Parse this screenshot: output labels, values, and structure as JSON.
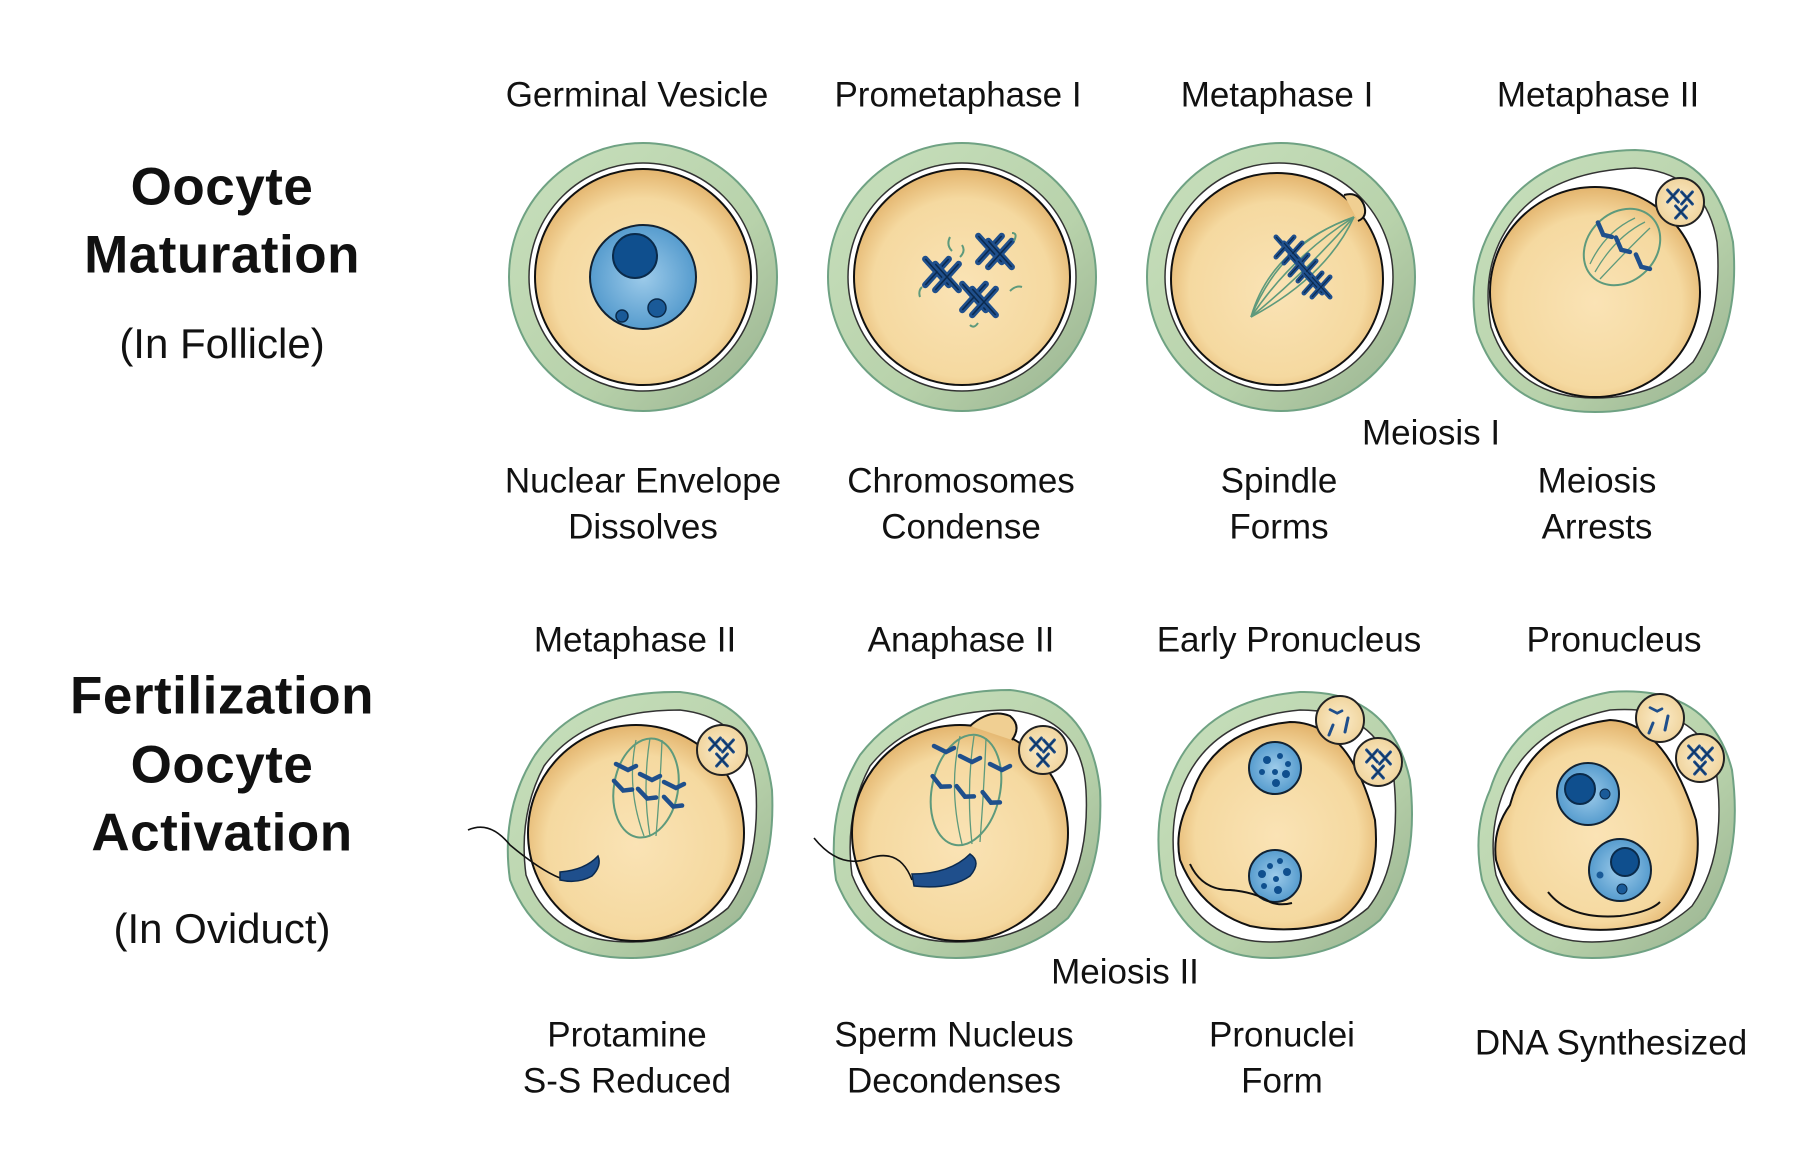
{
  "sections": {
    "maturation": {
      "title_lines": [
        "Oocyte",
        "Maturation"
      ],
      "subtitle": "(In Follicle)"
    },
    "activation": {
      "title_lines": [
        "Fertilization",
        "Oocyte",
        "Activation"
      ],
      "subtitle": "(In Oviduct)"
    }
  },
  "row1": {
    "stages": [
      {
        "title": "Germinal Vesicle",
        "caption_lines": [
          "Nuclear Envelope",
          "Dissolves"
        ],
        "icon": "oocyte-germinal-vesicle-icon"
      },
      {
        "title": "Prometaphase I",
        "caption_lines": [
          "Chromosomes",
          "Condense"
        ],
        "icon": "oocyte-prometaphase-icon"
      },
      {
        "title": "Metaphase I",
        "caption_lines": [
          "Spindle",
          "Forms"
        ],
        "icon": "oocyte-metaphase-i-icon"
      },
      {
        "title": "Metaphase II",
        "caption_lines": [
          "Meiosis",
          "Arrests"
        ],
        "icon": "oocyte-metaphase-ii-icon"
      }
    ],
    "phase_label": "Meiosis I"
  },
  "row2": {
    "stages": [
      {
        "title": "Metaphase II",
        "caption_lines": [
          "Protamine",
          "S-S Reduced"
        ],
        "icon": "fertilized-metaphase-ii-icon"
      },
      {
        "title": "Anaphase II",
        "caption_lines": [
          "Sperm Nucleus",
          "Decondenses"
        ],
        "icon": "anaphase-ii-icon"
      },
      {
        "title": "Early Pronucleus",
        "caption_lines": [
          "Pronuclei",
          "Form"
        ],
        "icon": "early-pronucleus-icon"
      },
      {
        "title": "Pronucleus",
        "caption_lines": [
          "DNA Synthesized"
        ],
        "icon": "pronucleus-icon"
      }
    ],
    "phase_label": "Meiosis II"
  },
  "colors": {
    "zona": "#b9d4ad",
    "zona_edge": "#6fa283",
    "cytoplasm": "#f5d9a0",
    "cytoplasm_edge": "#e3b36b",
    "nucleus": "#6fb0dc",
    "nucleolus": "#0f4f8e",
    "chromosome": "#1f4f8c",
    "spindle": "#5e9a7c",
    "text": "#111111"
  }
}
